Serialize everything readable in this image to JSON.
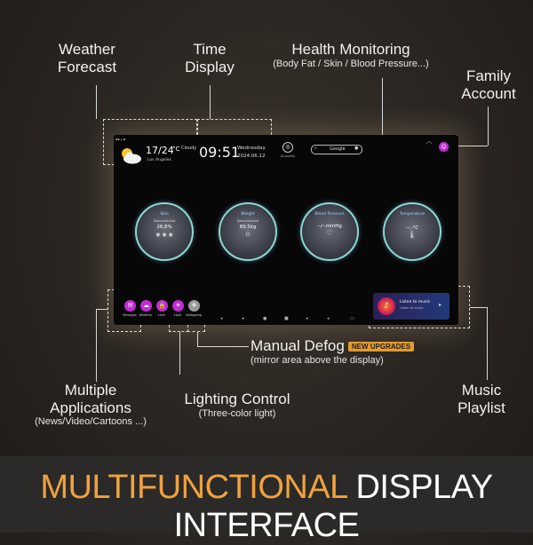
{
  "callouts": {
    "weather": [
      "Weather",
      "Forecast"
    ],
    "time": [
      "Time",
      "Display"
    ],
    "health": {
      "title": "Health Monitoring",
      "subtitle": "(Body Fat / Skin / Blood Pressure...)"
    },
    "family": [
      "Family",
      "Account"
    ],
    "multiple_apps": {
      "lines": [
        "Multiple",
        "Applications"
      ],
      "subtitle": "(News/Video/Cartoons ...)"
    },
    "lighting": {
      "title": "Lighting Control",
      "subtitle": "(Three-color light)"
    },
    "defog": {
      "title": "Manual Defog",
      "badge": "NEW UPGRADES",
      "subtitle": "(mirror area above the display)"
    },
    "music": [
      "Music",
      "Playlist"
    ]
  },
  "screen": {
    "weather": {
      "temp": "17/24",
      "unit": "°C",
      "condition": "Cloudy",
      "city": "Los Angeles"
    },
    "time": {
      "clock": "09:51",
      "weekday": "Wednesday",
      "date": "2024.06.12"
    },
    "app_label": "Air-quality",
    "search": {
      "brand": "Google"
    },
    "gauges": [
      {
        "title": "Skin",
        "status": "Disconnected",
        "value": "26.8%"
      },
      {
        "title": "Weight",
        "status": "Disconnected",
        "value": "89.5kg"
      },
      {
        "title": "Blood Pressure",
        "status": "",
        "value": "--/--mmHg"
      },
      {
        "title": "Temperature",
        "status": "",
        "value": "--.-°C"
      }
    ],
    "apps": [
      {
        "label": "Message",
        "glyph": "✉"
      },
      {
        "label": "Weather",
        "glyph": "☁"
      },
      {
        "label": "Lock",
        "glyph": "🔒"
      },
      {
        "label": "Light",
        "glyph": "☀"
      },
      {
        "label": "Defogging",
        "glyph": "❄"
      }
    ],
    "music": {
      "title": "Listen to music",
      "subtitle": "Listen to music"
    }
  },
  "footer": {
    "highlight": "MULTIFUNCTIONAL",
    "rest": "DISPLAY INTERFACE"
  },
  "colors": {
    "accent": "#f0a23c",
    "app_magenta": "#c22bd6",
    "footer_bg": "#2b2a29"
  }
}
